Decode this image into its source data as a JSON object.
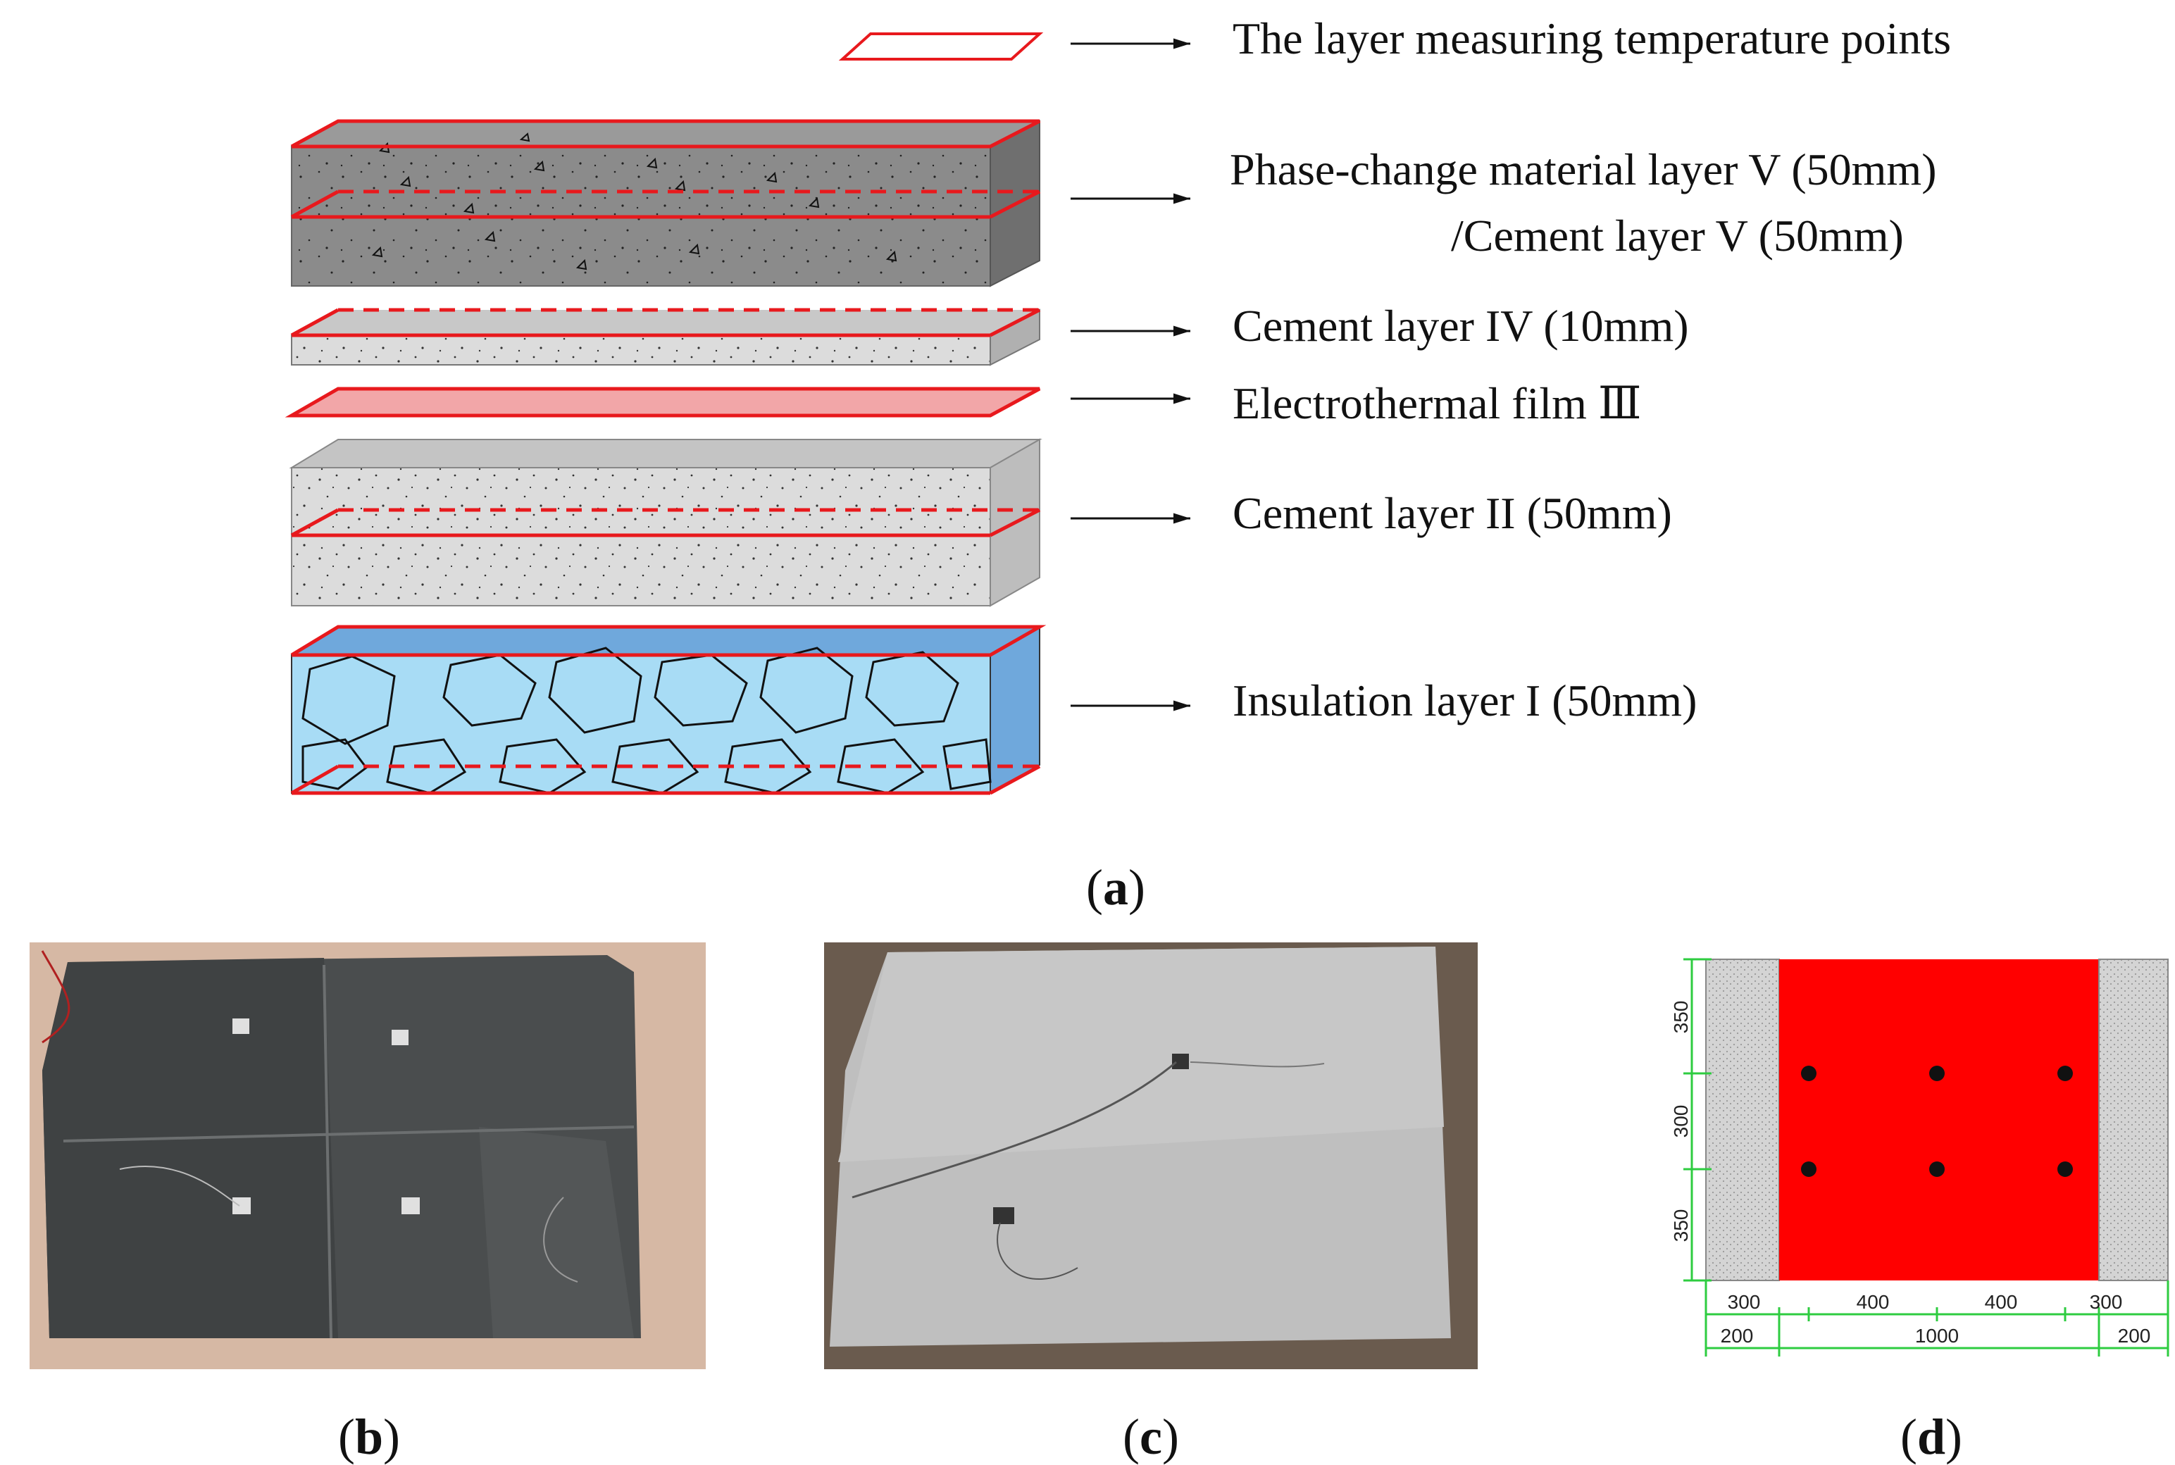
{
  "panel_a": {
    "legend": {
      "measuring_layer": "The layer measuring temperature points",
      "layer_v_line1": "Phase-change material layer V (50mm)",
      "layer_v_line2": "/Cement layer V (50mm)",
      "layer_iv": "Cement layer IV (10mm)",
      "layer_iii": "Electrothermal film Ⅲ",
      "layer_ii": "Cement layer II (50mm)",
      "layer_i": "Insulation layer I (50mm)"
    },
    "caption": {
      "open": "(",
      "letter": "a",
      "close": ")"
    }
  },
  "panel_b": {
    "caption": {
      "open": "(",
      "letter": "b",
      "close": ")"
    }
  },
  "panel_c": {
    "caption": {
      "open": "(",
      "letter": "c",
      "close": ")"
    }
  },
  "panel_d": {
    "caption": {
      "open": "(",
      "letter": "d",
      "close": ")"
    },
    "vertical_dims": [
      "350",
      "300",
      "350"
    ],
    "horizontal_dims_top": [
      "300",
      "400",
      "400",
      "300"
    ],
    "horizontal_dims_bottom": [
      "200",
      "1000",
      "200"
    ],
    "sensor_count": 6
  },
  "colors": {
    "outline_red": "#e8191d",
    "film_pink": "#f2a6a8",
    "pcm_gray": "#8b8b8b",
    "cement_light": "#dcdcdc",
    "insulation_blue": "#a8dcf5",
    "heating_red": "#ff0000",
    "dimension_green": "#2ecc40"
  }
}
